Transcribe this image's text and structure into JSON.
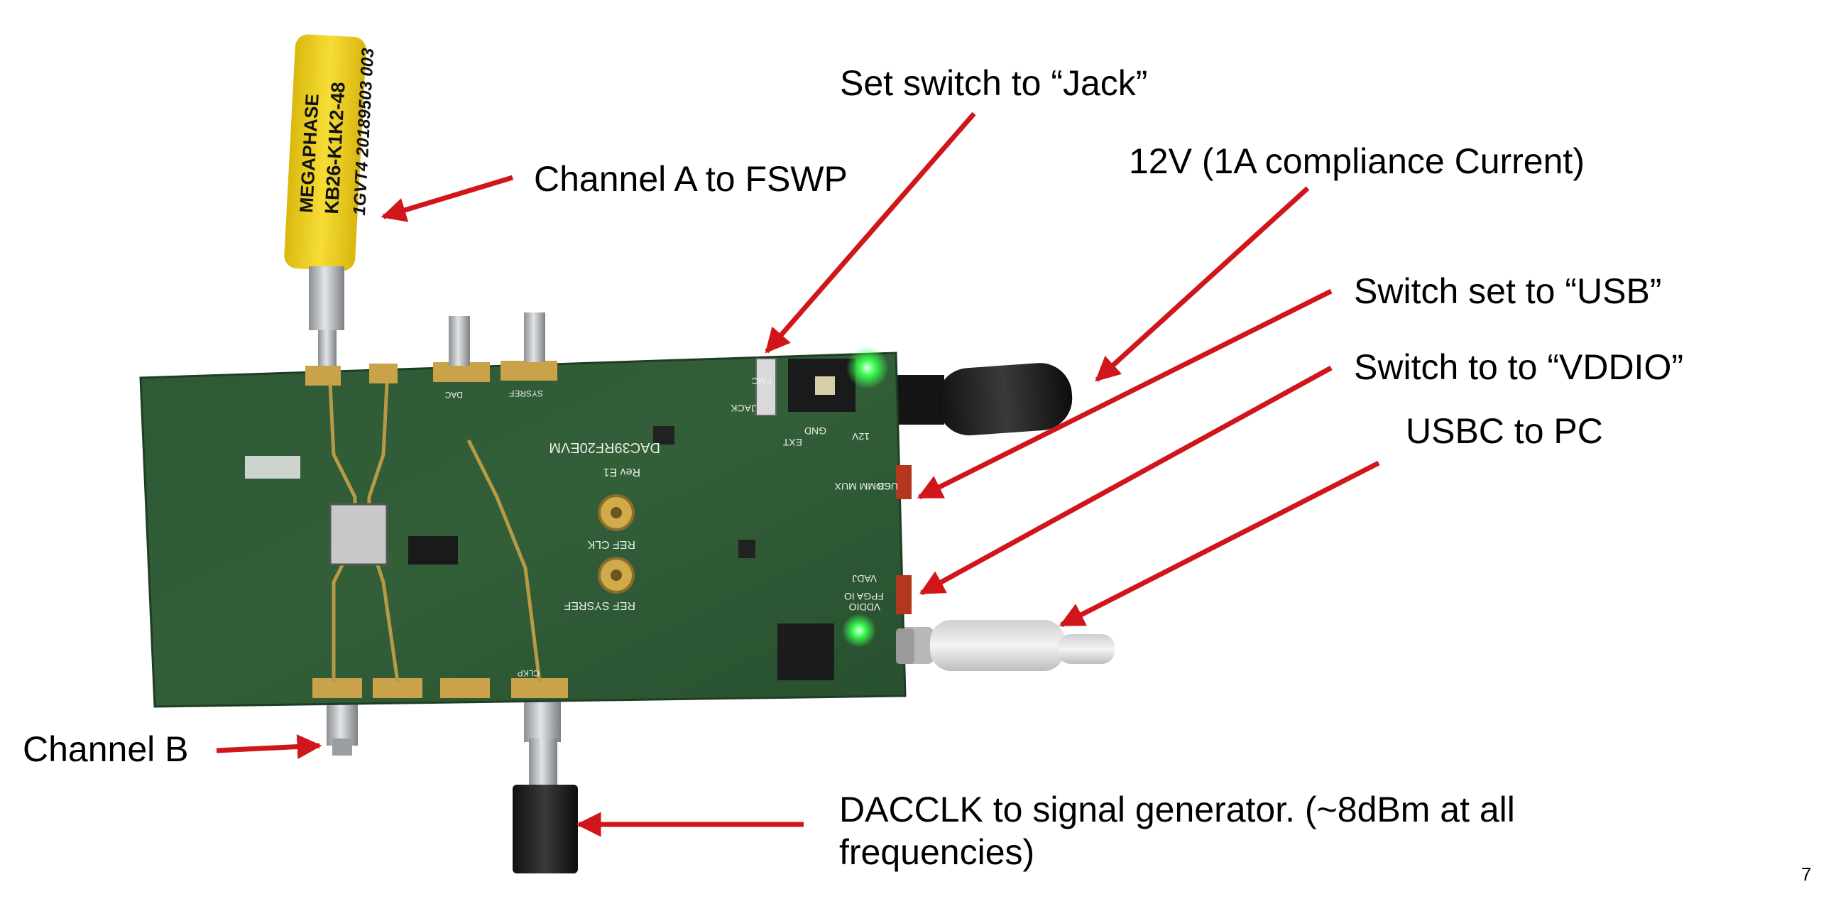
{
  "callouts": {
    "channel_a": "Channel A to FSWP",
    "channel_b": "Channel B",
    "jack_switch": "Set switch to “Jack”",
    "power": "12V (1A compliance Current)",
    "usb_switch": "Switch set to “USB”",
    "vddio_switch": "Switch to to “VDDIO”",
    "usbc": "USBC to PC",
    "dacclk": "DACCLK to signal generator. (~8dBm at all frequencies)"
  },
  "page_number": "7",
  "board": {
    "model": "DAC39RF20EVM",
    "revision": "Rev E1",
    "labels": {
      "ref_clk": "REF CLK",
      "ref_sysref": "REF SYSREF",
      "usb": "USB",
      "comm_mux": "COMM MUX",
      "fmc": "FMC",
      "jack": "JACK",
      "twelve_v": "12V",
      "ext": "EXT",
      "gnd": "GND",
      "vddio": "VDDIO",
      "fpga_io": "FPGA IO",
      "vadj": "VADJ",
      "clkp": "CLKP",
      "dac": "DAC",
      "sysref": "SYSREF"
    }
  },
  "cable_label": {
    "brand": "MEGAPHASE",
    "part": "KB26-K1K2-48",
    "serial": "1GVT4 20189503 003"
  },
  "colors": {
    "arrow": "#d0161b",
    "pcb": "#2f5a36",
    "gold": "#c9a24a",
    "cable_yellow": "#f2d41d",
    "led_green": "#3cff52"
  }
}
